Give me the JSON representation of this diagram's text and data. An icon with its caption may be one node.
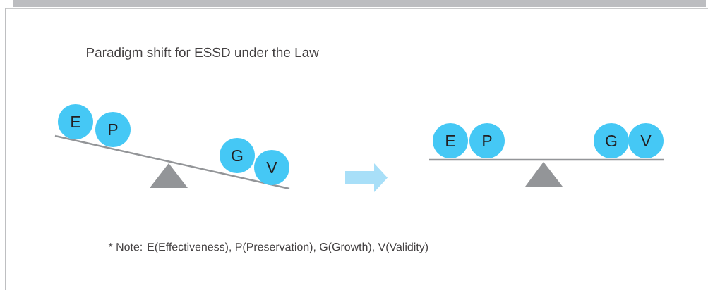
{
  "diagram": {
    "title": "Paradigm shift for ESSD under the Law",
    "nodes": [
      {
        "text": [
          "E"
        ]
      },
      {
        "text": [
          "P"
        ]
      },
      {
        "text": [
          "G"
        ]
      },
      {
        "text": [
          "V"
        ]
      },
      {
        "text": [
          "E"
        ]
      },
      {
        "text": [
          "P"
        ]
      },
      {
        "text": [
          "G"
        ]
      },
      {
        "text": [
          "V"
        ]
      }
    ],
    "labels": [
      "* Note: E(Effectiveness), P(Preservation), G(Growth), V(Validity)"
    ]
  }
}
